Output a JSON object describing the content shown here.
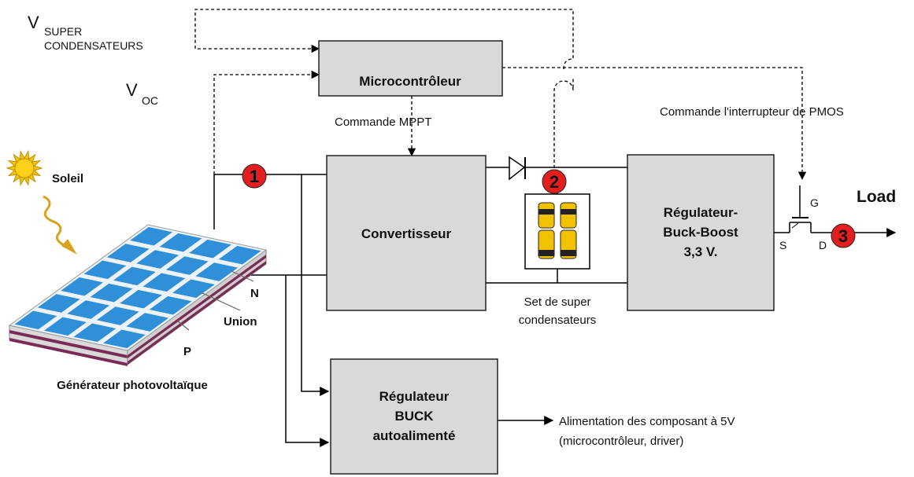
{
  "colors": {
    "block_fill": "#d9d9d9",
    "marker_red": "#e41e1e",
    "panel_blue": "#2f8fd8",
    "sun_yellow": "#f5c400",
    "arrow_gold": "#d8a21a",
    "capacitor_yellow": "#f2c200"
  },
  "labels": {
    "v_super_main": "V",
    "v_super_line1": "SUPER",
    "v_super_line2": "CONDENSATEURS",
    "v_oc_main": "V",
    "v_oc_sub": "OC",
    "commande_mppt": "Commande MPPT",
    "commande_pmos": "Commande l'interrupteur de PMOS",
    "soleil": "Soleil",
    "n": "N",
    "union": "Union",
    "p": "P",
    "generateur": "Générateur photovoltaïque",
    "set_line1": "Set de super",
    "set_line2": "condensateurs",
    "load": "Load",
    "alim_line1": "Alimentation des composant à 5V",
    "alim_line2": "(microcontrôleur, driver)",
    "pin_g": "G",
    "pin_s": "S",
    "pin_d": "D"
  },
  "blocks": {
    "microcontroleur": "Microcontrôleur",
    "convertisseur": "Convertisseur",
    "regulateur_bb_line1": "Régulateur-",
    "regulateur_bb_line2": "Buck-Boost",
    "regulateur_bb_line3": "3,3 V.",
    "regulateur_buck_line1": "Régulateur",
    "regulateur_buck_line2": "BUCK",
    "regulateur_buck_line3": "autoalimenté"
  },
  "markers": [
    "1",
    "2",
    "3"
  ]
}
